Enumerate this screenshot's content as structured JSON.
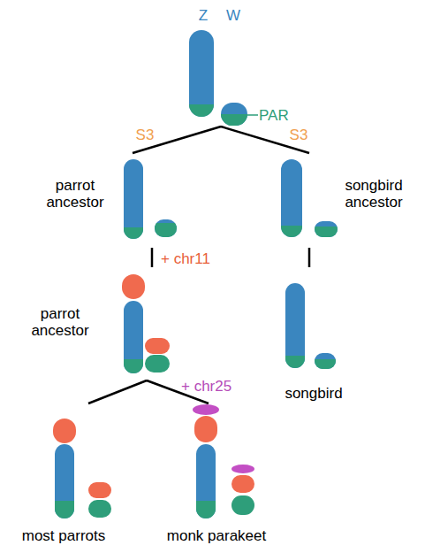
{
  "diagram": {
    "labels": [
      "Z",
      "W",
      "PAR",
      "S3",
      "S3",
      "parrot ancestor",
      "songbird ancestor",
      "+ chr11",
      "parrot ancestor",
      "+ chr25",
      "songbird",
      "most parrots",
      "monk parakeet"
    ]
  }
}
